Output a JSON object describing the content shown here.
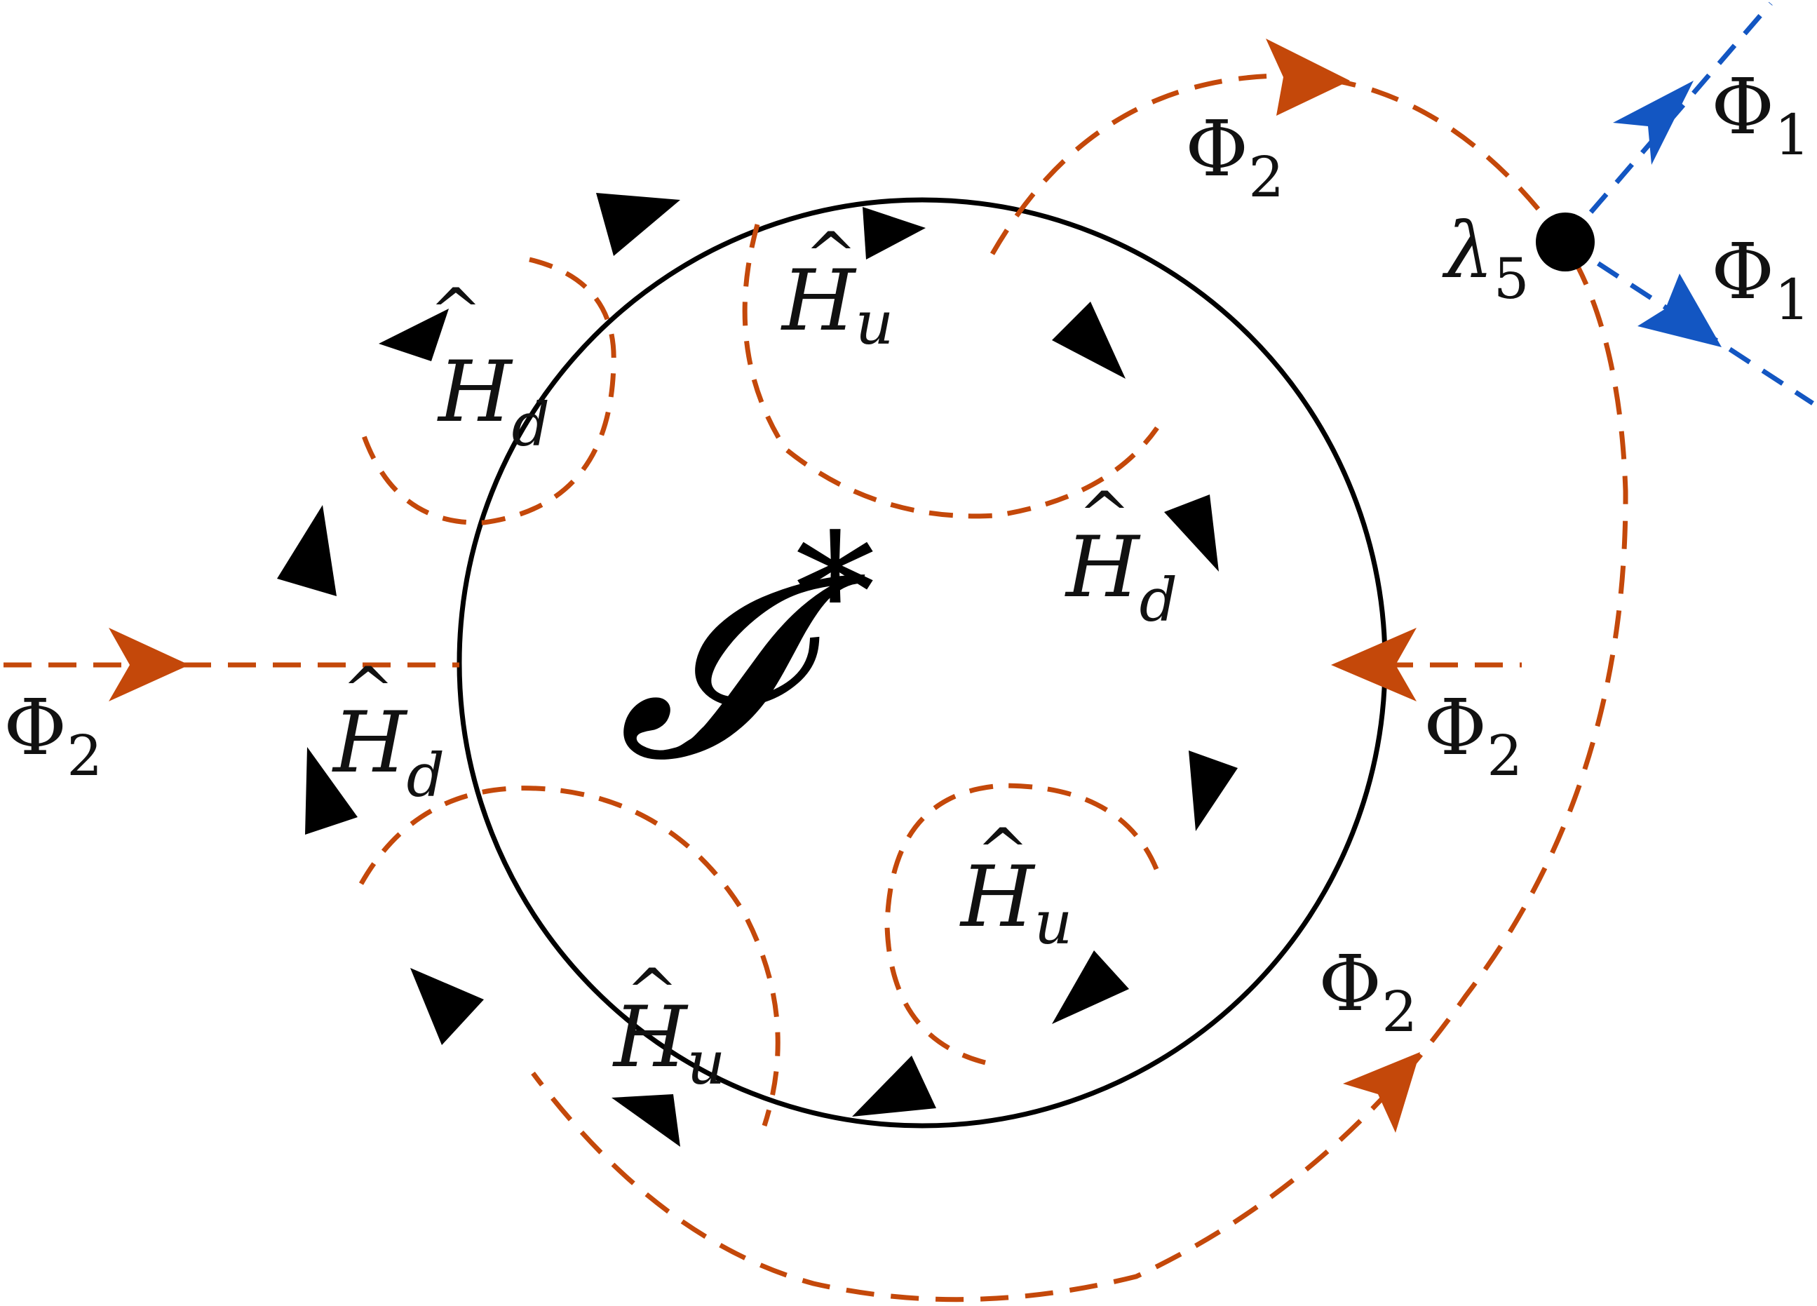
{
  "colors": {
    "fermion": "#000000",
    "phi2": "#c4480a",
    "phi1": "#1356c2",
    "vertex": "#000000"
  },
  "center_label": {
    "symbol": "𝓘",
    "star": "*"
  },
  "vertex_label": {
    "base": "λ",
    "sub": "5"
  },
  "phi2_labels": [
    {
      "base": "Φ",
      "sub": "2"
    },
    {
      "base": "Φ",
      "sub": "2"
    },
    {
      "base": "Φ",
      "sub": "2"
    },
    {
      "base": "Φ",
      "sub": "2"
    }
  ],
  "phi1_labels": [
    {
      "base": "Φ",
      "sub": "1"
    },
    {
      "base": "Φ",
      "sub": "1"
    }
  ],
  "higgsino_labels": [
    {
      "base": "H",
      "sub": "d"
    },
    {
      "base": "H",
      "sub": "u"
    },
    {
      "base": "H",
      "sub": "d"
    },
    {
      "base": "H",
      "sub": "d"
    },
    {
      "base": "H",
      "sub": "u"
    },
    {
      "base": "H",
      "sub": "u"
    }
  ],
  "hat_glyph": "^"
}
